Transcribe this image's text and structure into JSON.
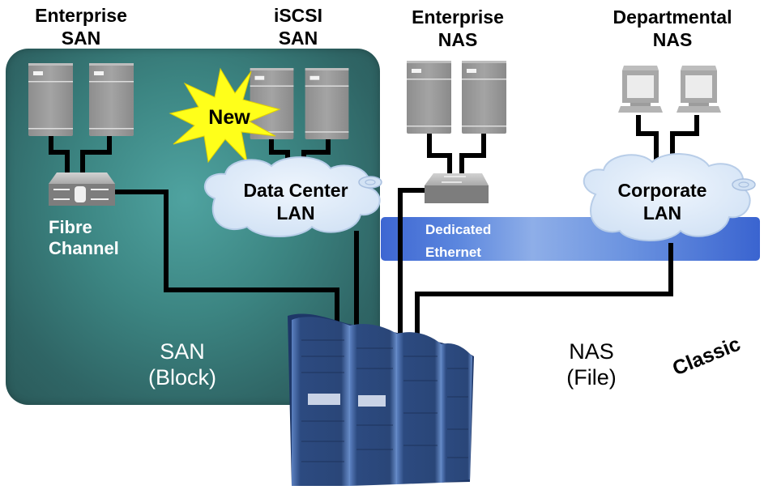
{
  "diagram": {
    "title_groups": [
      {
        "line1": "Enterprise",
        "line2": "SAN"
      },
      {
        "line1": "iSCSI",
        "line2": "SAN"
      },
      {
        "line1": "Enterprise",
        "line2": "NAS"
      },
      {
        "line1": "Departmental",
        "line2": "NAS"
      }
    ],
    "badge_new": "New",
    "clouds": {
      "data_center": {
        "line1": "Data Center",
        "line2": "LAN"
      },
      "corporate": {
        "line1": "Corporate",
        "line2": "LAN"
      }
    },
    "fibre_channel": {
      "line1": "Fibre",
      "line2": "Channel"
    },
    "dedicated_ethernet": {
      "line1": "Dedicated",
      "line2": "Ethernet"
    },
    "san_label": {
      "line1": "SAN",
      "line2": "(Block)"
    },
    "nas_label": {
      "line1": "NAS",
      "line2": "(File)"
    },
    "classic_label": "Classic",
    "colors": {
      "san_region": "#3c8582",
      "ethernet_band": "#3d66d2",
      "new_badge": "#ffff1a",
      "cloud_fill": "#dceaf8",
      "server_gray": "#9a9a9a",
      "server_rack_blue": "#3f5f98",
      "cable": "#000000"
    }
  }
}
